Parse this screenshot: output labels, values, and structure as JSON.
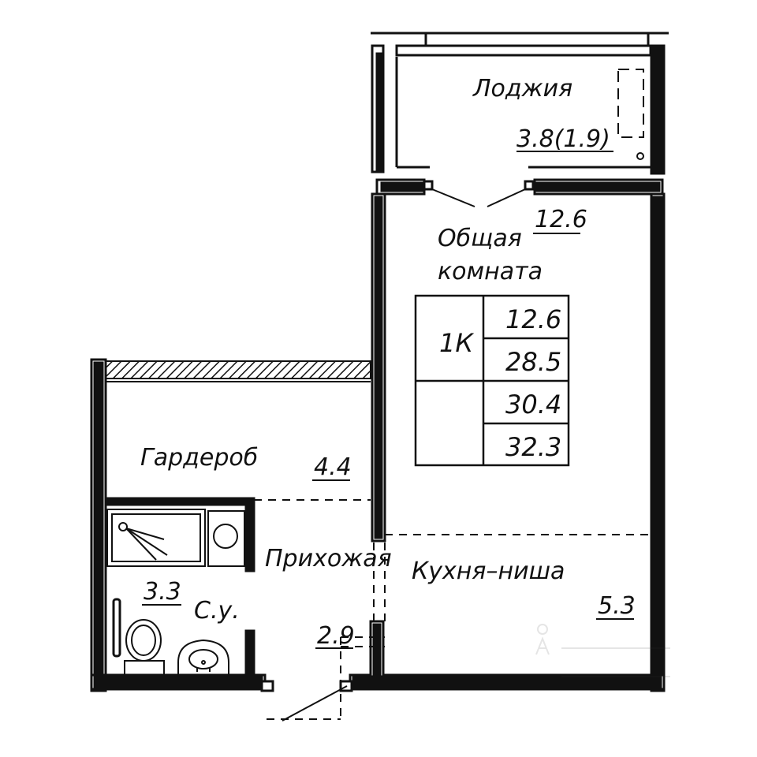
{
  "rooms": {
    "loggia": {
      "name": "Лоджия",
      "area": "3.8(1.9)"
    },
    "living": {
      "name_line1": "Общая",
      "name_line2": "комната",
      "area": "12.6"
    },
    "wardrobe": {
      "name": "Гардероб",
      "area": "4.4"
    },
    "hallway": {
      "name": "Прихожая",
      "area": "2.9"
    },
    "bathroom": {
      "name": "С.у.",
      "area": "3.3"
    },
    "kitchen": {
      "name": "Кухня–ниша",
      "area": "5.3"
    }
  },
  "summary_table": {
    "type": "1К",
    "living_area": "12.6",
    "net_area": "28.5",
    "total_area": "30.4",
    "total_with_loggia": "32.3"
  },
  "colors": {
    "walls": "#111111",
    "hatch": "#111111",
    "background": "#ffffff"
  }
}
